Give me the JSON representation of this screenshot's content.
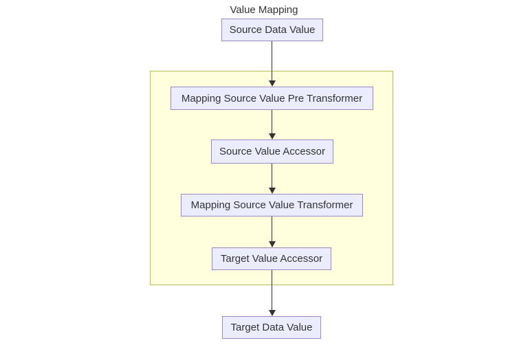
{
  "diagram": {
    "type": "flowchart",
    "direction": "top-down",
    "subgraph": {
      "label": "Value Mapping"
    },
    "nodes": {
      "source_data_value": "Source Data Value",
      "mapping_source_value_pre_transformer": "Mapping Source Value Pre Transformer",
      "source_value_accessor": "Source Value Accessor",
      "mapping_source_value_transformer": "Mapping Source Value Transformer",
      "target_value_accessor": "Target Value Accessor",
      "target_data_value": "Target Data Value"
    },
    "edges": [
      {
        "from": "Source Data Value",
        "to": "Mapping Source Value Pre Transformer"
      },
      {
        "from": "Mapping Source Value Pre Transformer",
        "to": "Source Value Accessor"
      },
      {
        "from": "Source Value Accessor",
        "to": "Mapping Source Value Transformer"
      },
      {
        "from": "Mapping Source Value Transformer",
        "to": "Target Value Accessor"
      },
      {
        "from": "Target Value Accessor",
        "to": "Target Data Value"
      }
    ],
    "colors": {
      "node_fill": "#ececff",
      "node_border": "#9988cc",
      "subgraph_fill": "#ffffde",
      "subgraph_border": "#bbbb55",
      "edge": "#333333",
      "text": "#333333",
      "background": "#ffffff"
    }
  }
}
